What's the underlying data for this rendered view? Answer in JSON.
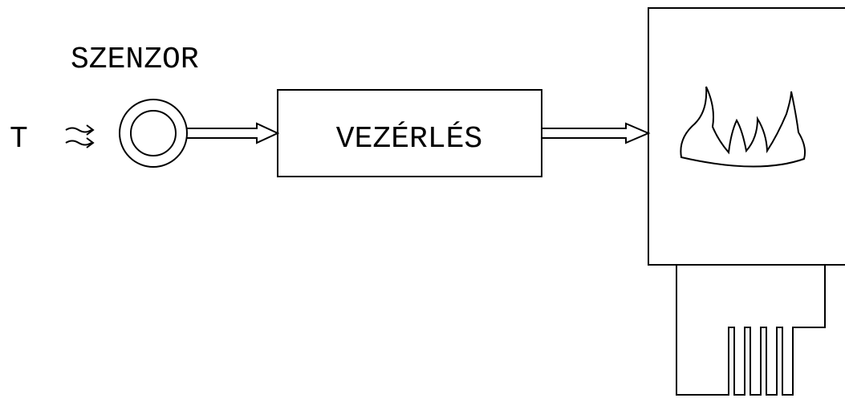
{
  "labels": {
    "sensor": "SZENZOR",
    "temperature": "T",
    "flow_arrows": "⇉",
    "controller": "VEZÉRLÉS"
  },
  "colors": {
    "stroke": "#000000",
    "background": "#ffffff"
  },
  "icons": {
    "sensor_symbol": "concentric-circles",
    "flame": "flame-outline",
    "heating_coil": "zigzag-heating-element"
  }
}
